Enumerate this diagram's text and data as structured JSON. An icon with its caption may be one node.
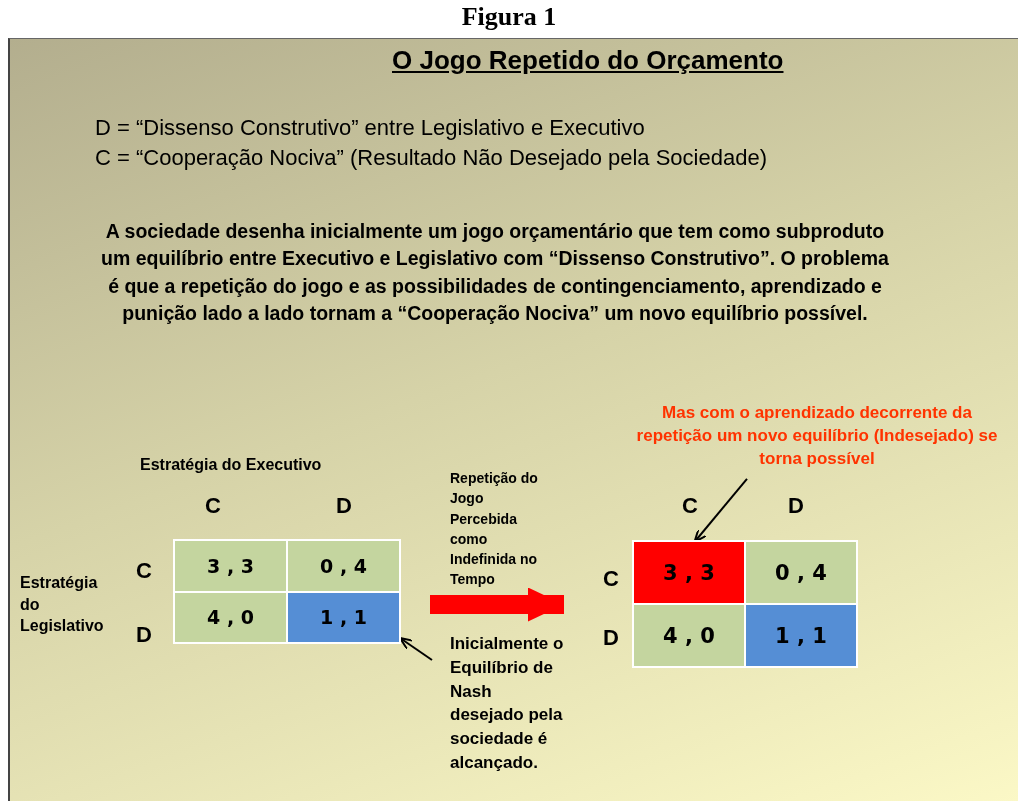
{
  "diagram": {
    "title": "Figura 1",
    "nodes": [
      {
        "text": [],
        "shape": "box"
      },
      {
        "text": [
          "3 , 3"
        ],
        "in": 0
      },
      {
        "text": [
          "0 , 4"
        ],
        "in": 0
      },
      {
        "text": [
          "4 , 0"
        ],
        "in": 0
      },
      {
        "text": [
          "1 , 1"
        ],
        "in": 0
      },
      {
        "text": [],
        "shape": "box"
      },
      {
        "text": [
          "3 , 3"
        ],
        "in": 5
      },
      {
        "text": [
          "0 , 4"
        ],
        "in": 5
      },
      {
        "text": [
          "4 , 0"
        ],
        "in": 5
      },
      {
        "text": [
          "1 , 1"
        ],
        "in": 5
      },
      {
        "text": [
          "Inicialmente o Equilíbrio de Nash desejado pela sociedade é alcançado."
        ]
      },
      {
        "text": [
          "Mas com o aprendizado decorrente da repetição  um novo equilíbrio (Indesejado) se torna possível"
        ]
      }
    ],
    "edges": [
      {
        "from": 0,
        "to": 5,
        "arrow": "to",
        "label": "Repetição do Jogo Percebida como Indefinida no Tempo",
        "style": "thick",
        "color": "#ff0000"
      },
      {
        "from": 10,
        "to": 4,
        "arrow": "to"
      },
      {
        "from": 11,
        "to": 6,
        "arrow": "to"
      }
    ],
    "labels": [
      "O Jogo Repetido do Orçamento",
      "D = “Dissenso Construtivo” entre Legislativo e Executivo",
      "C = “Cooperação Nociva” (Resultado Não Desejado pela Sociedade)",
      "A sociedade desenha inicialmente um jogo orçamentário que tem como subproduto um equilíbrio entre Executivo e Legislativo com “Dissenso Construtivo”. O problema é que a repetição do jogo e as possibilidades de contingenciamento,  aprendizado e punição lado a lado tornam a “Cooperação Nociva” um novo equilíbrio possível.",
      "Estratégia do Executivo",
      "C",
      "D",
      "Estratégia do Legislativo",
      "C",
      "D",
      "C",
      "D",
      "C",
      "D"
    ]
  }
}
